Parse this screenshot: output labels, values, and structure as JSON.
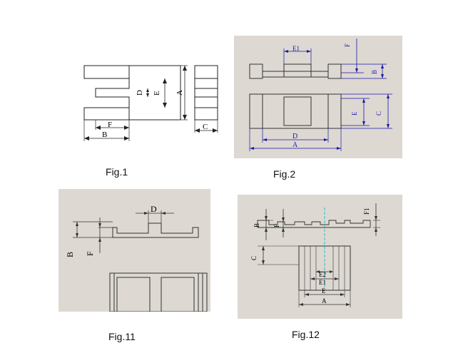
{
  "figures": {
    "fig1": {
      "caption": "Fig.1",
      "labels": {
        "A": "A",
        "B": "B",
        "C": "C",
        "D": "D",
        "E": "E",
        "F": "F"
      }
    },
    "fig2": {
      "caption": "Fig.2",
      "labels": {
        "E1": "E1",
        "F": "F",
        "B": "B",
        "E": "E",
        "C": "C",
        "D": "D",
        "A": "A"
      }
    },
    "fig11": {
      "caption": "Fig.11",
      "labels": {
        "D": "D",
        "B": "B",
        "F": "F"
      }
    },
    "fig12": {
      "caption": "Fig.12",
      "labels": {
        "B": "B",
        "F": "F",
        "F1": "F1",
        "C": "C",
        "E2": "E2",
        "E1": "E1",
        "E": "E",
        "A": "A"
      }
    }
  },
  "colors": {
    "panel_bg": "#ddd8d2",
    "line": "#333333",
    "dim_blue": "#1a1aa6",
    "cyan": "#00b8c8"
  }
}
